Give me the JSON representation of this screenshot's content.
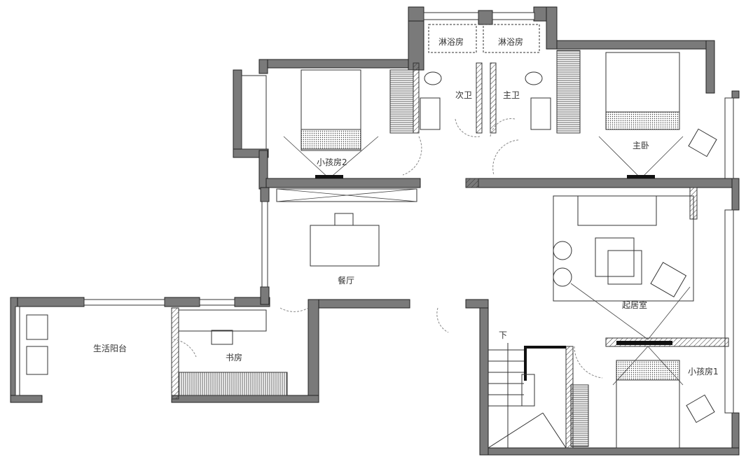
{
  "title": "Floor plan",
  "rooms": {
    "shower_left": "淋浴房",
    "shower_right": "淋浴房",
    "second_bath": "次卫",
    "master_bath": "主卫",
    "kids_room_2": "小孩房2",
    "master_bedroom": "主卧",
    "living_room": "起居室",
    "dining": "餐厅",
    "laundry_balcony": "生活阳台",
    "study": "书房",
    "stairs": "下",
    "kids_room_1": "小孩房1"
  }
}
